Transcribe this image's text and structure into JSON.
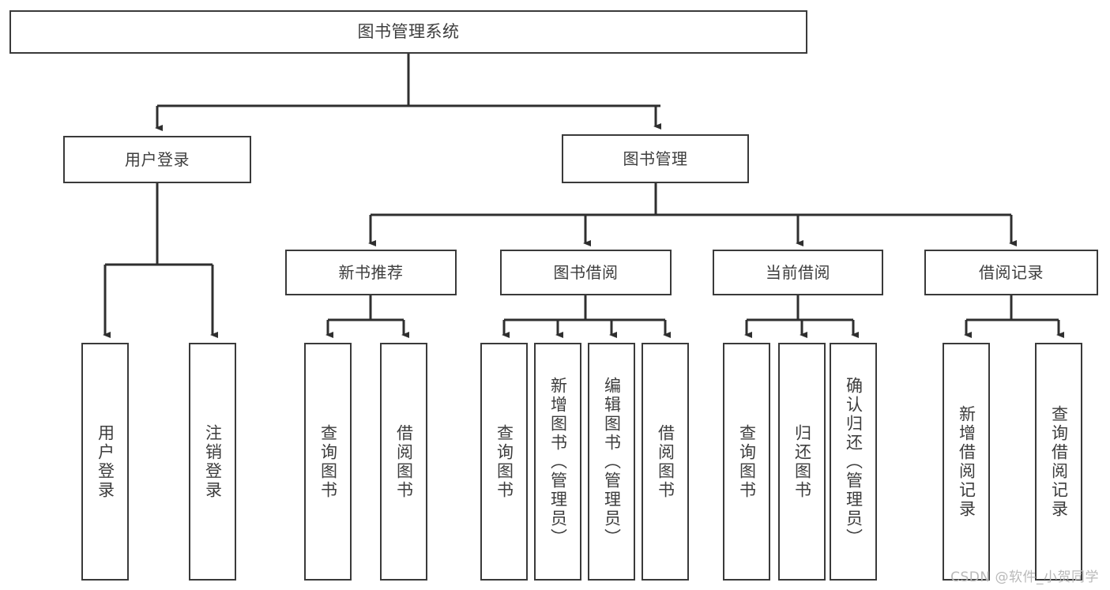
{
  "diagram": {
    "type": "tree-hierarchy",
    "title": "图书管理系统",
    "watermark": "CSDN @软件_小贺同学",
    "colors": {
      "border": "#3a3a3a",
      "text": "#3d3d3d",
      "connector": "#2f2f2f",
      "background": "#ffffff",
      "watermark": "#b9b9b9"
    },
    "nodes": {
      "root": {
        "label": "图书管理系统"
      },
      "level1": [
        {
          "label": "用户登录"
        },
        {
          "label": "图书管理"
        }
      ],
      "level2": [
        {
          "label": "新书推荐"
        },
        {
          "label": "图书借阅"
        },
        {
          "label": "当前借阅"
        },
        {
          "label": "借阅记录"
        }
      ],
      "leaves": {
        "user_login": [
          {
            "label": "用户登录"
          },
          {
            "label": "注销登录"
          }
        ],
        "new_book": [
          {
            "label": "查询图书"
          },
          {
            "label": "借阅图书"
          }
        ],
        "borrow_book": [
          {
            "label": "查询图书"
          },
          {
            "label": "新增图书（管理员）"
          },
          {
            "label": "编辑图书（管理员）"
          },
          {
            "label": "借阅图书"
          }
        ],
        "current_borrow": [
          {
            "label": "查询图书"
          },
          {
            "label": "归还图书"
          },
          {
            "label": "确认归还（管理员）"
          }
        ],
        "borrow_record": [
          {
            "label": "新增借阅记录"
          },
          {
            "label": "查询借阅记录"
          }
        ]
      }
    }
  }
}
